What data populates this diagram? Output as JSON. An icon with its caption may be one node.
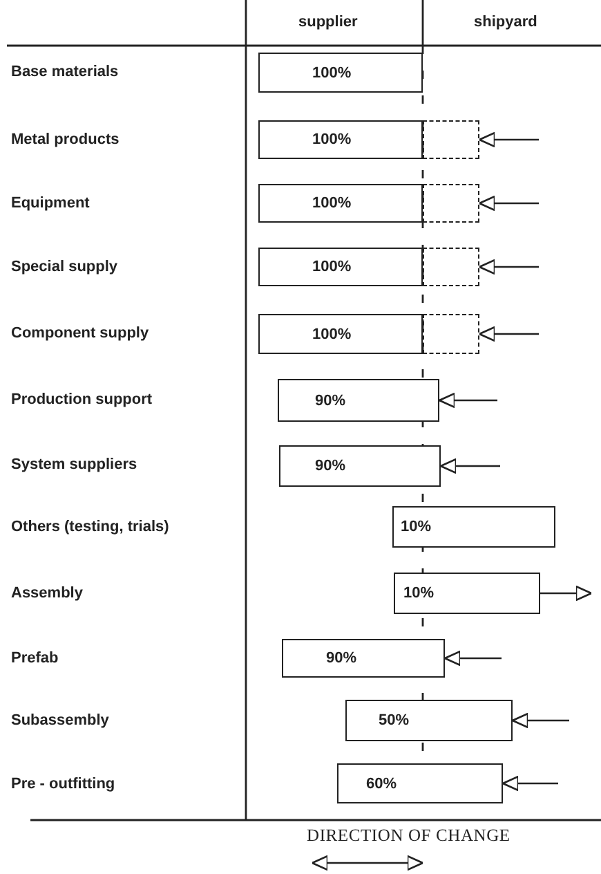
{
  "diagram": {
    "nodes": [
      {
        "text": [
          "100%"
        ]
      },
      {
        "text": [
          "100%"
        ]
      },
      {
        "text": [],
        "shape": "box"
      },
      {
        "text": [
          "100%"
        ]
      },
      {
        "text": [],
        "shape": "box"
      },
      {
        "text": [
          "100%"
        ]
      },
      {
        "text": [],
        "shape": "box"
      },
      {
        "text": [
          "100%"
        ]
      },
      {
        "text": [],
        "shape": "box"
      },
      {
        "text": [
          "90%"
        ]
      },
      {
        "text": [
          "90%"
        ]
      },
      {
        "text": [
          "10%"
        ]
      },
      {
        "text": [
          "10%"
        ]
      },
      {
        "text": [
          "90%"
        ]
      },
      {
        "text": [
          "50%"
        ]
      },
      {
        "text": [
          "60%"
        ]
      }
    ],
    "edges": [
      {
        "from": null,
        "to": 2,
        "arrow": "to"
      },
      {
        "from": null,
        "to": 4,
        "arrow": "to"
      },
      {
        "from": null,
        "to": 6,
        "arrow": "to"
      },
      {
        "from": null,
        "to": 8,
        "arrow": "to"
      },
      {
        "from": null,
        "to": 9,
        "arrow": "to"
      },
      {
        "from": null,
        "to": 10,
        "arrow": "to"
      },
      {
        "from": 12,
        "to": null,
        "arrow": "to"
      },
      {
        "from": null,
        "to": 13,
        "arrow": "to"
      },
      {
        "from": null,
        "to": 14,
        "arrow": "to"
      },
      {
        "from": null,
        "to": 15,
        "arrow": "to"
      }
    ],
    "labels": [
      "supplier",
      "shipyard",
      "Base materials",
      "Metal products",
      "Equipment",
      "Special supply",
      "Component supply",
      "Production support",
      "System suppliers",
      "Others (testing, trials)",
      "Assembly",
      "Prefab",
      "Subassembly",
      "Pre - outfitting",
      "DIRECTION OF CHANGE"
    ]
  }
}
